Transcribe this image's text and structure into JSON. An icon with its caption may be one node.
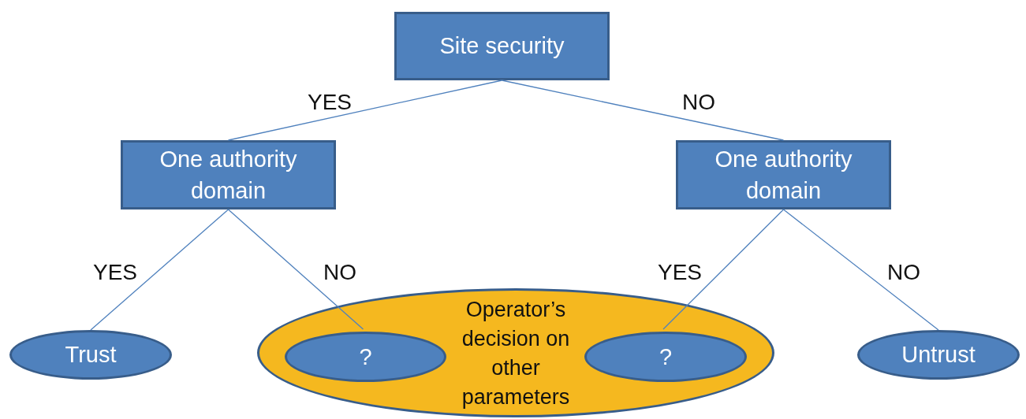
{
  "diagram": {
    "nodes": [
      {
        "text": [
          "Site security"
        ]
      },
      {
        "text": [
          "One authority domain"
        ]
      },
      {
        "text": [
          "One authority domain"
        ]
      },
      {
        "text": [
          "Trust"
        ]
      },
      {
        "text": [
          "Operator’s decision on other parameters"
        ]
      },
      {
        "text": [
          "?"
        ],
        "in": 4
      },
      {
        "text": [
          "?"
        ],
        "in": 4
      },
      {
        "text": [
          "Untrust"
        ]
      }
    ],
    "edges": [
      {
        "from": 0,
        "to": 1,
        "arrow": "none",
        "label": "YES"
      },
      {
        "from": 0,
        "to": 2,
        "arrow": "none",
        "label": "NO"
      },
      {
        "from": 1,
        "to": 3,
        "arrow": "none",
        "label": "YES"
      },
      {
        "from": 1,
        "to": 5,
        "arrow": "none",
        "label": "NO"
      },
      {
        "from": 2,
        "to": 6,
        "arrow": "none",
        "label": "YES"
      },
      {
        "from": 2,
        "to": 7,
        "arrow": "none",
        "label": "NO"
      }
    ]
  }
}
